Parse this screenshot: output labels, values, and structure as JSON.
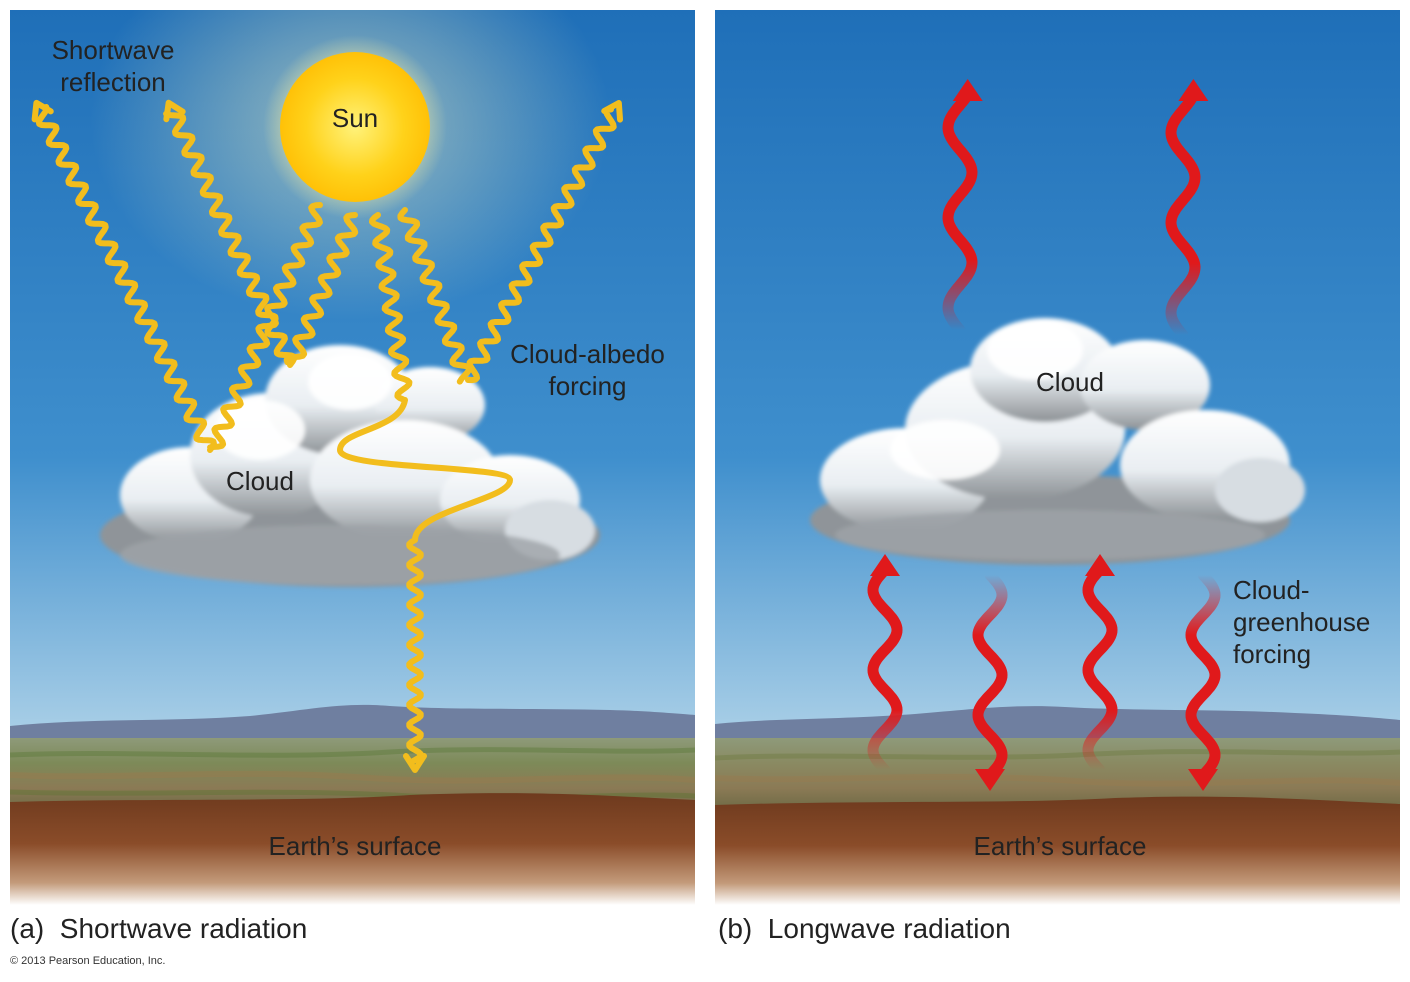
{
  "panel_a": {
    "caption_letter": "(a)",
    "caption_text": "Shortwave radiation",
    "labels": {
      "shortwave_reflection_line1": "Shortwave",
      "shortwave_reflection_line2": "reflection",
      "sun": "Sun",
      "cloud_albedo_line1": "Cloud-albedo",
      "cloud_albedo_line2": "forcing",
      "cloud": "Cloud",
      "earth_surface": "Earth’s surface"
    }
  },
  "panel_b": {
    "caption_letter": "(b)",
    "caption_text": "Longwave radiation",
    "labels": {
      "cloud": "Cloud",
      "cloud_greenhouse_line1": "Cloud-",
      "cloud_greenhouse_line2": "greenhouse",
      "cloud_greenhouse_line3": "forcing",
      "earth_surface": "Earth’s surface"
    }
  },
  "copyright": "© 2013 Pearson Education, Inc.",
  "colors": {
    "sky_top": "#1f6fb8",
    "sky_bottom": "#b9d8ea",
    "sun": "#ffd21a",
    "shortwave_wave": "#f2bd1d",
    "longwave_wave": "#e0191b",
    "soil": "#7a4222"
  }
}
